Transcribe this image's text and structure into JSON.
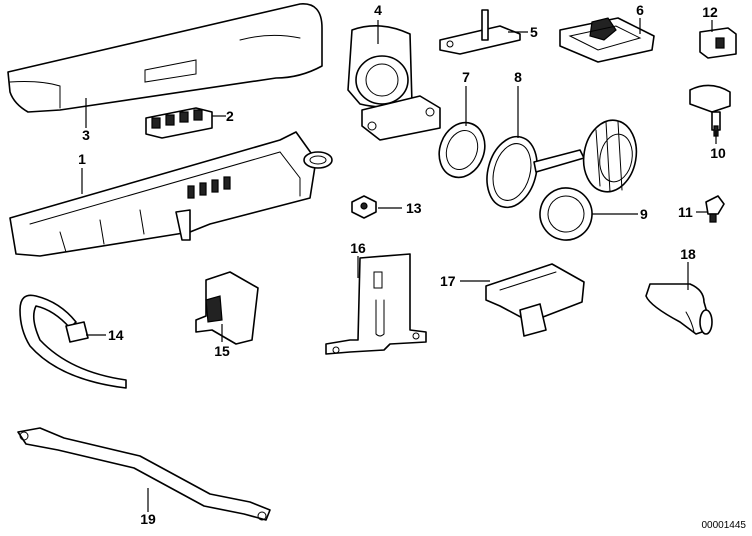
{
  "diagram": {
    "ref_number": "00001445",
    "parts": [
      {
        "id": "1",
        "label": "1"
      },
      {
        "id": "2",
        "label": "2"
      },
      {
        "id": "3",
        "label": "3"
      },
      {
        "id": "4",
        "label": "4"
      },
      {
        "id": "5",
        "label": "5"
      },
      {
        "id": "6",
        "label": "6"
      },
      {
        "id": "7",
        "label": "7"
      },
      {
        "id": "8",
        "label": "8"
      },
      {
        "id": "9",
        "label": "9"
      },
      {
        "id": "10",
        "label": "10"
      },
      {
        "id": "11",
        "label": "11"
      },
      {
        "id": "12",
        "label": "12"
      },
      {
        "id": "13",
        "label": "13"
      },
      {
        "id": "14",
        "label": "14"
      },
      {
        "id": "15",
        "label": "15"
      },
      {
        "id": "16",
        "label": "16"
      },
      {
        "id": "17",
        "label": "17"
      },
      {
        "id": "18",
        "label": "18"
      },
      {
        "id": "19",
        "label": "19"
      }
    ]
  }
}
